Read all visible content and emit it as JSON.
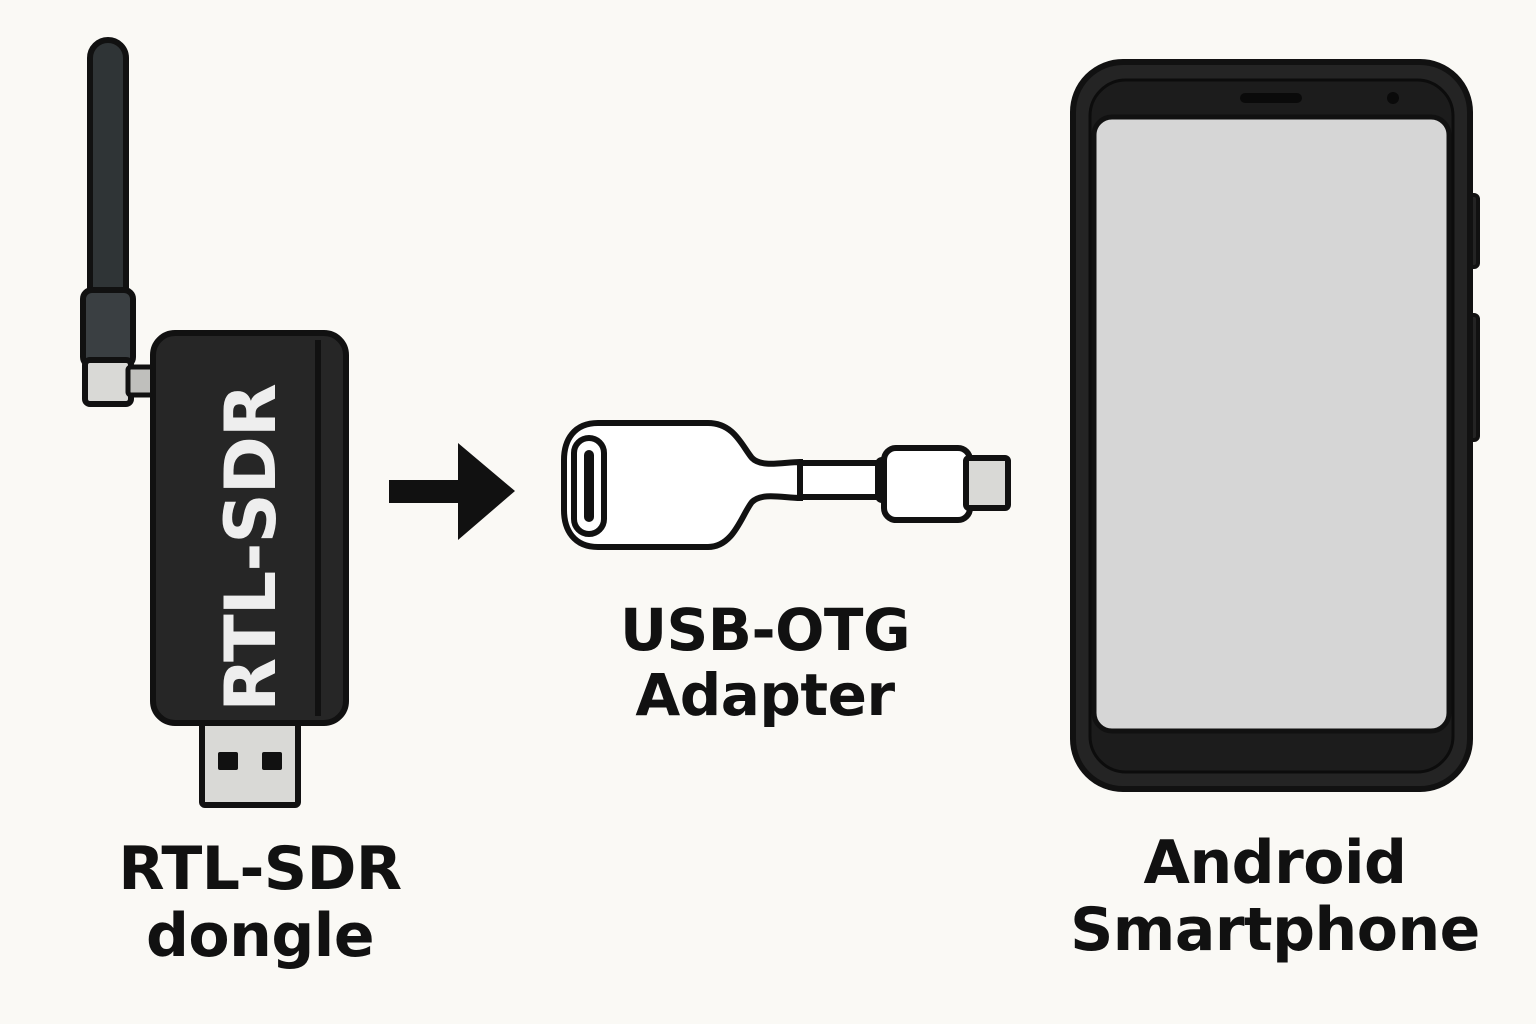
{
  "diagram": {
    "dongle": {
      "body_text": "RTL-SDR",
      "label_line1": "RTL-SDR",
      "label_line2": "dongle"
    },
    "adapter": {
      "label_line1": "USB-OTG",
      "label_line2": "Adapter"
    },
    "phone": {
      "label_line1": "Android",
      "label_line2": "Smartphone"
    },
    "colors": {
      "background": "#faf9f5",
      "outline": "#111111",
      "dongle_body": "#262626",
      "antenna": "#2f3436",
      "metal": "#d9d9d6",
      "phone_screen": "#d6d6d6",
      "phone_body": "#242424",
      "label_text": "#111111"
    }
  }
}
